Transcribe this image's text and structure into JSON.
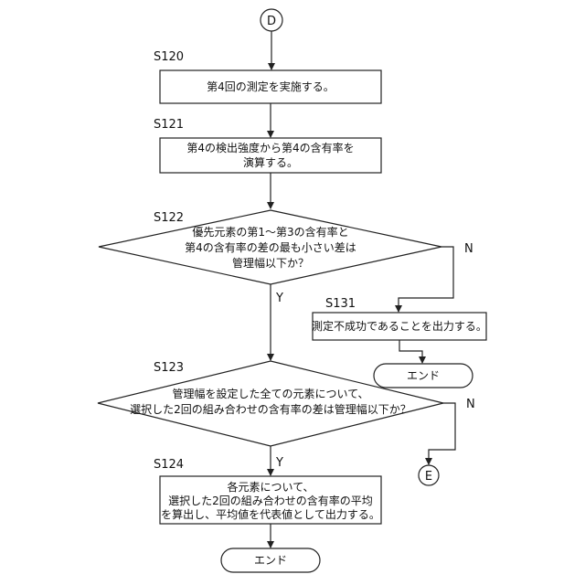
{
  "connectors": {
    "start": "D",
    "end": "E"
  },
  "steps": {
    "s120": {
      "label": "S120",
      "text": [
        "第4回の測定を実施する。"
      ]
    },
    "s121": {
      "label": "S121",
      "text": [
        "第4の検出強度から第4の含有率を",
        "演算する。"
      ]
    },
    "s122": {
      "label": "S122",
      "text": [
        "優先元素の第1～第3の含有率と",
        "第4の含有率の差の最も小さい差は",
        "管理幅以下か？"
      ],
      "yes": "Y",
      "no": "N"
    },
    "s131": {
      "label": "S131",
      "text": [
        "測定不成功であることを出力する。"
      ]
    },
    "end1": {
      "text": "エンド"
    },
    "s123": {
      "label": "S123",
      "text": [
        "管理幅を設定した全ての元素について、",
        "選択した2回の組み合わせの含有率の差は管理幅以下か？"
      ],
      "yes": "Y",
      "no": "N"
    },
    "s124": {
      "label": "S124",
      "text": [
        "各元素について、",
        "選択した2回の組み合わせの含有率の平均",
        "を算出し、平均値を代表値として出力する。"
      ]
    },
    "end2": {
      "text": "エンド"
    }
  }
}
